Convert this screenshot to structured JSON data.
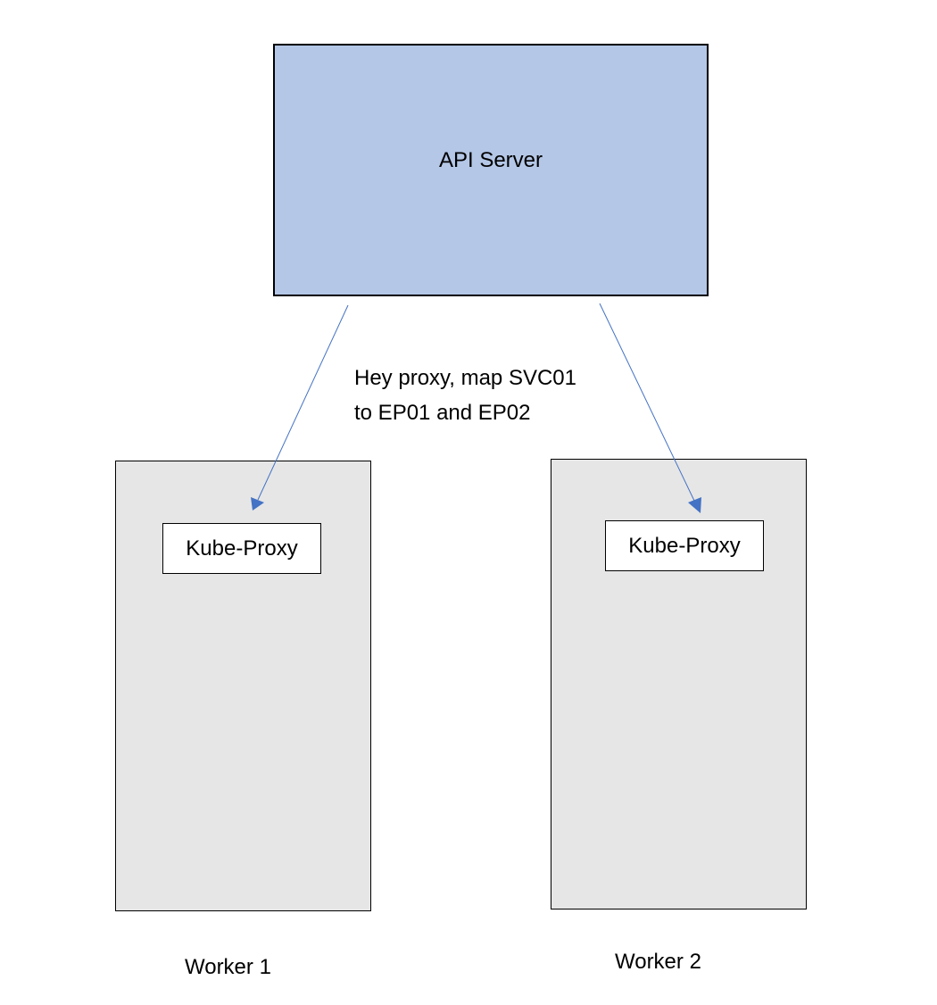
{
  "diagram": {
    "api_server": {
      "label": "API Server",
      "fill": "#b4c7e7"
    },
    "message": {
      "line1": "Hey proxy, map SVC01",
      "line2": "to EP01 and EP02"
    },
    "workers": [
      {
        "label": "Worker 1",
        "component": "Kube-Proxy",
        "fill": "#e6e6e6"
      },
      {
        "label": "Worker 2",
        "component": "Kube-Proxy",
        "fill": "#e6e6e6"
      }
    ],
    "arrow_color": "#4472c4"
  }
}
